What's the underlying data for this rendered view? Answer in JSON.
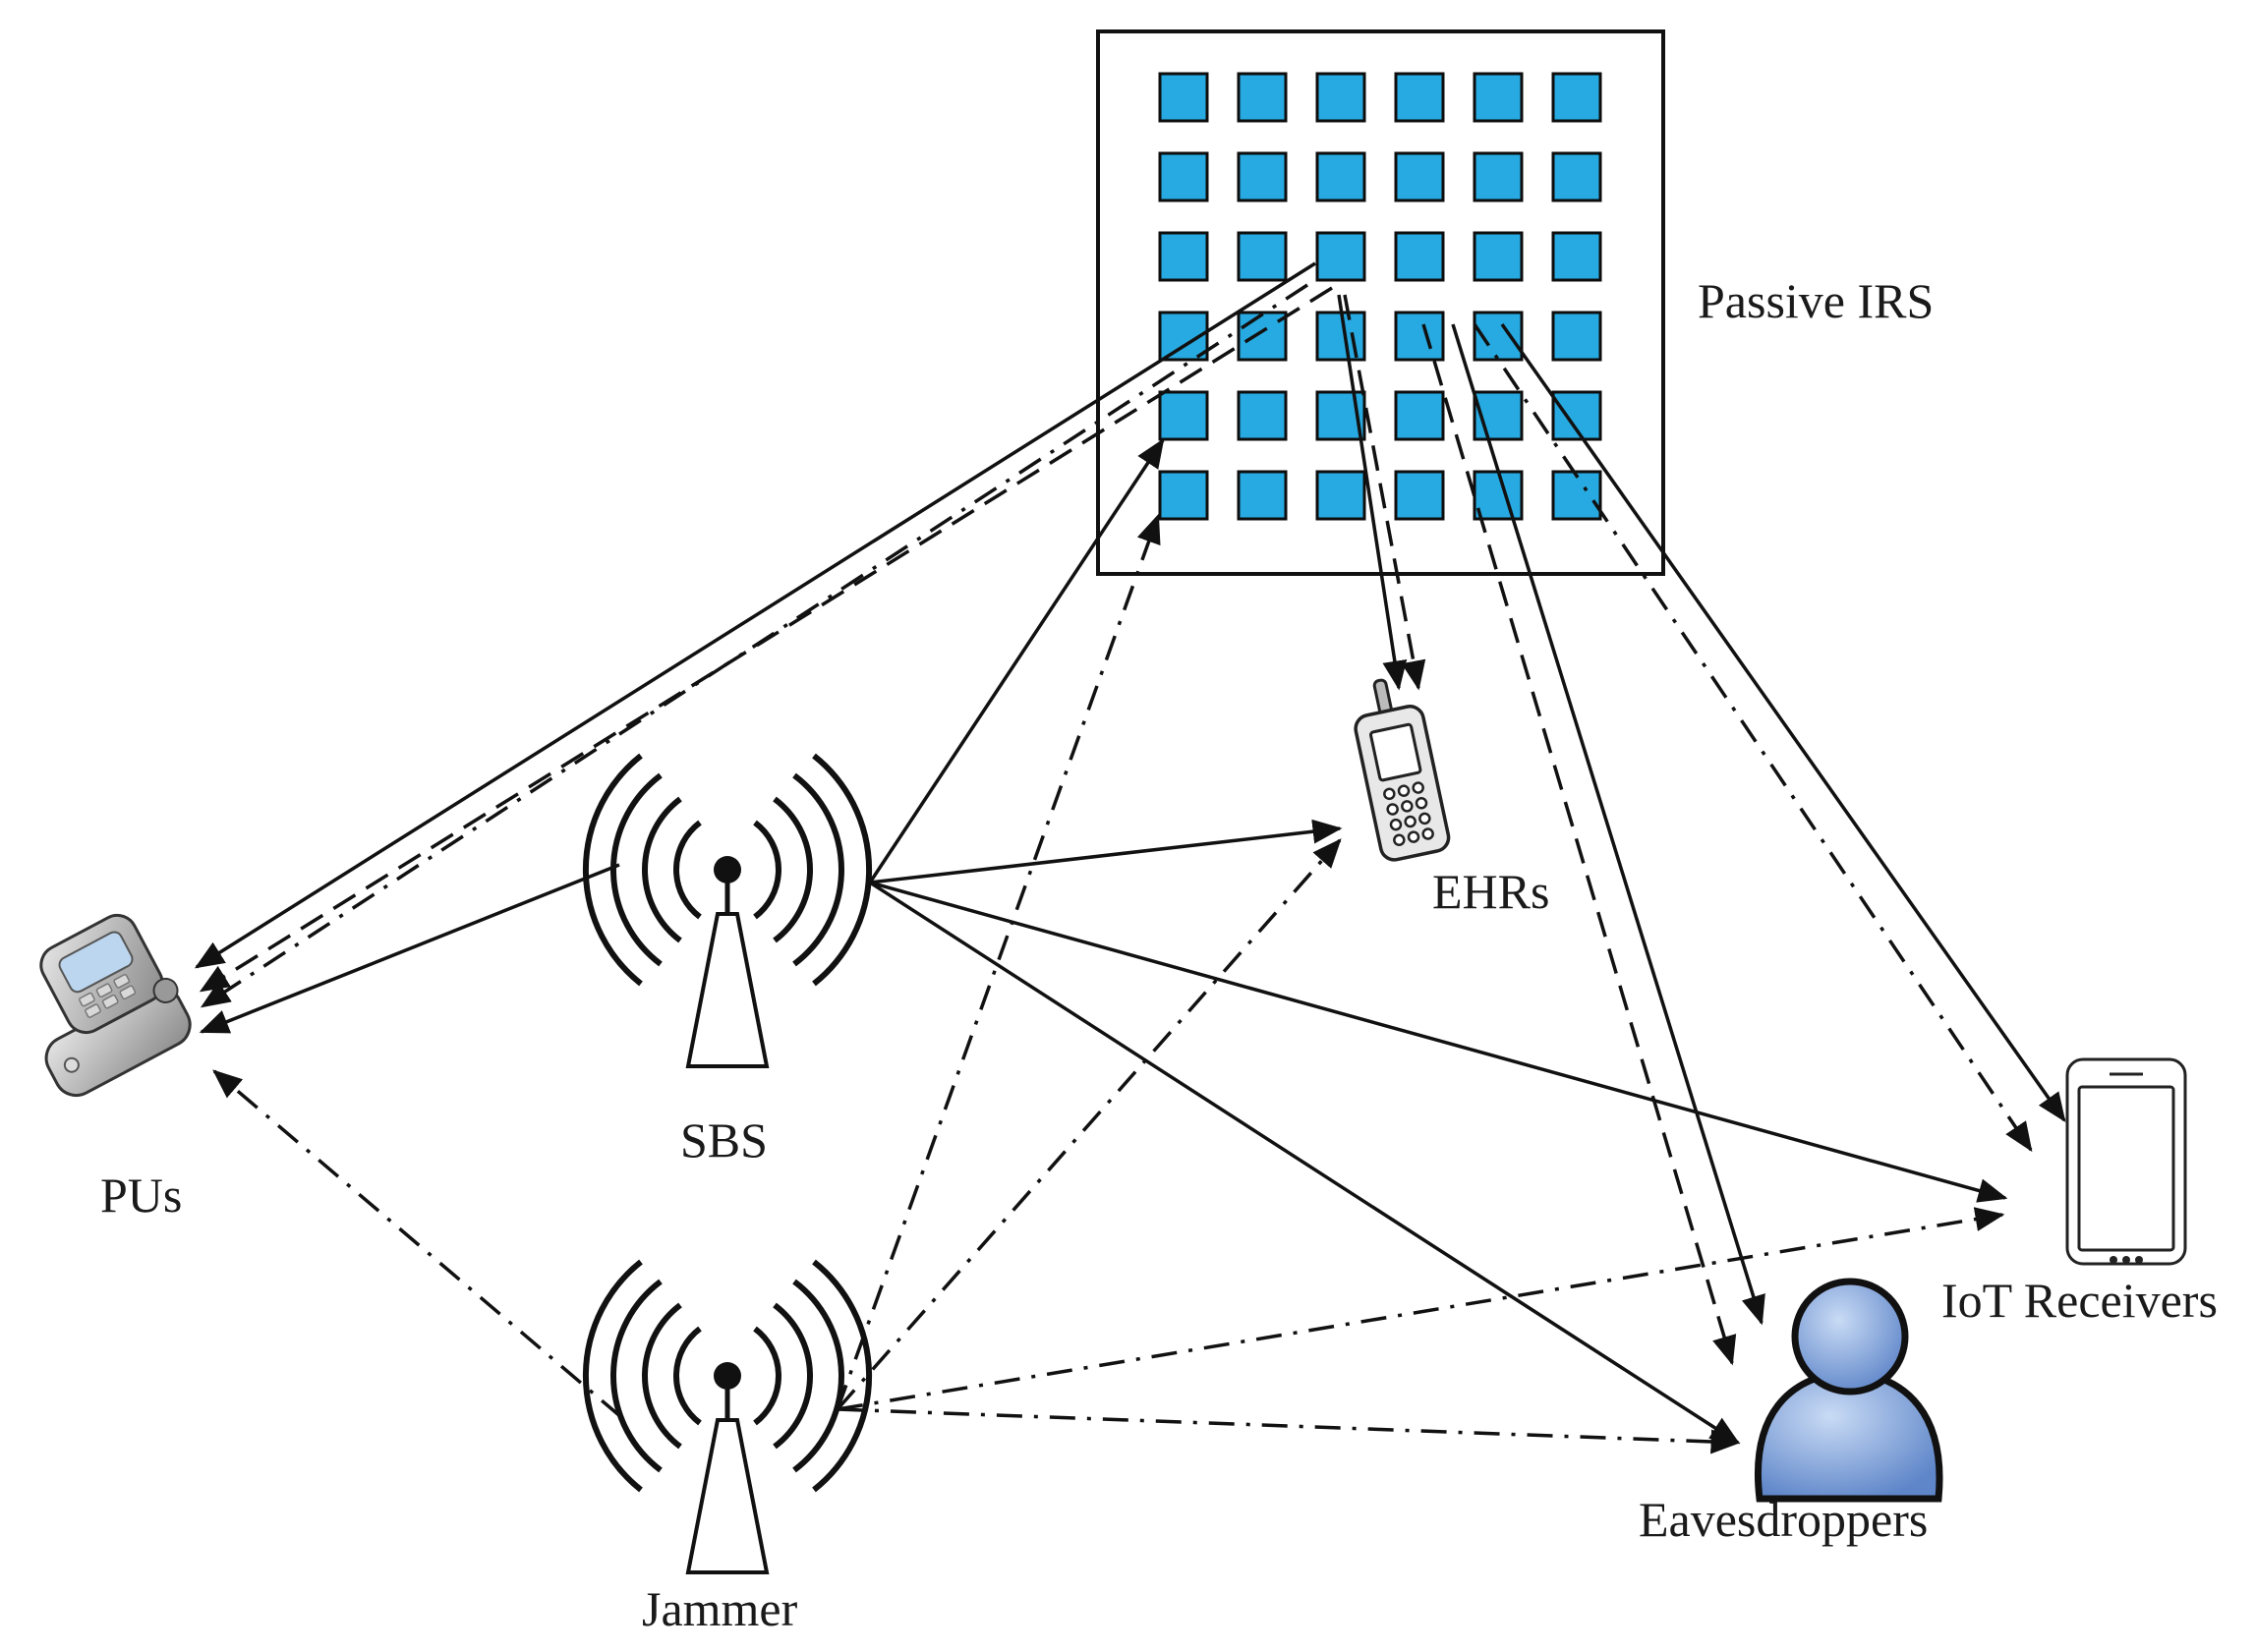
{
  "labels": {
    "irs": "Passive IRS",
    "ehr": "EHRs",
    "pu": "PUs",
    "sbs": "SBS",
    "iot": "IoT Receivers",
    "jammer": "Jammer",
    "eve": "Eavesdroppers"
  },
  "irs_grid": {
    "rows": 6,
    "cols": 6,
    "color": "#27aae1"
  },
  "colors": {
    "line": "#111111",
    "eve_body": "#7a9ed8"
  }
}
